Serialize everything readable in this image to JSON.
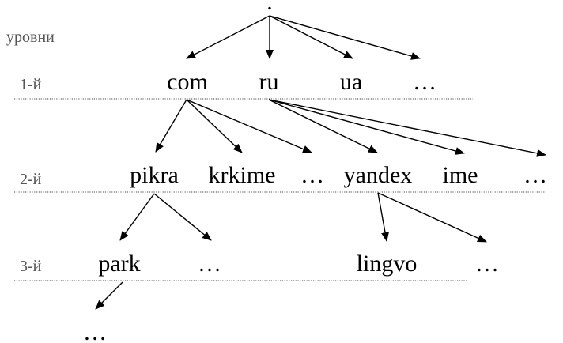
{
  "root": {
    "label": "."
  },
  "levels_title": "уровни",
  "levels": [
    {
      "label": "1-й"
    },
    {
      "label": "2-й"
    },
    {
      "label": "3-й"
    }
  ],
  "nodes": {
    "com": "com",
    "ru": "ru",
    "ua": "ua",
    "tld_more": "…",
    "pikra": "pikra",
    "krkime": "krkime",
    "com_more": "…",
    "yandex": "yandex",
    "ime": "ime",
    "ru_more": "…",
    "park": "park",
    "pikra_more": "…",
    "lingvo": "lingvo",
    "yandex_more": "…",
    "park_more": "…"
  },
  "edges": [
    [
      "root",
      "com"
    ],
    [
      "root",
      "ru"
    ],
    [
      "root",
      "ua"
    ],
    [
      "root",
      "tld_more"
    ],
    [
      "com",
      "pikra"
    ],
    [
      "com",
      "krkime"
    ],
    [
      "com",
      "com_more"
    ],
    [
      "ru",
      "yandex"
    ],
    [
      "ru",
      "ime"
    ],
    [
      "ru",
      "ru_more"
    ],
    [
      "pikra",
      "park"
    ],
    [
      "pikra",
      "pikra_more"
    ],
    [
      "yandex",
      "lingvo"
    ],
    [
      "yandex",
      "yandex_more"
    ],
    [
      "park",
      "park_more"
    ]
  ]
}
